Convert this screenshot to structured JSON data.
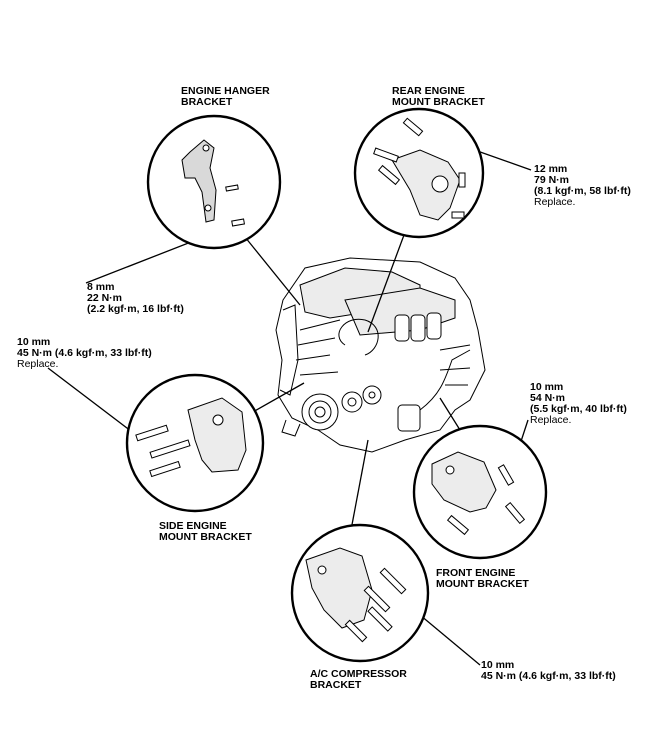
{
  "callouts": {
    "engine_hanger": {
      "name_line1": "ENGINE HANGER",
      "name_line2": "BRACKET"
    },
    "rear_mount": {
      "name_line1": "REAR ENGINE",
      "name_line2": "MOUNT BRACKET"
    },
    "side_mount": {
      "name_line1": "SIDE ENGINE",
      "name_line2": "MOUNT BRACKET"
    },
    "front_mount": {
      "name_line1": "FRONT ENGINE",
      "name_line2": "MOUNT BRACKET"
    },
    "ac_bracket": {
      "name_line1": "A/C COMPRESSOR",
      "name_line2": "BRACKET"
    }
  },
  "torque_specs": {
    "hanger_bolt": {
      "size": "8 mm",
      "torque": "22 N·m",
      "alt": "(2.2 kgf·m, 16 lbf·ft)"
    },
    "rear_bolt": {
      "size": "12 mm",
      "torque": "79 N·m",
      "alt": "(8.1 kgf·m, 58 lbf·ft)",
      "note": "Replace."
    },
    "side_bolt": {
      "size": "10 mm",
      "torque": "45 N·m (4.6 kgf·m, 33 lbf·ft)",
      "note": "Replace."
    },
    "front_bolt": {
      "size": "10 mm",
      "torque": "54 N·m",
      "alt": "(5.5 kgf·m, 40 lbf·ft)",
      "note": "Replace."
    },
    "ac_bolt": {
      "size": "10 mm",
      "torque": "45 N·m (4.6 kgf·m, 33 lbf·ft)"
    }
  }
}
